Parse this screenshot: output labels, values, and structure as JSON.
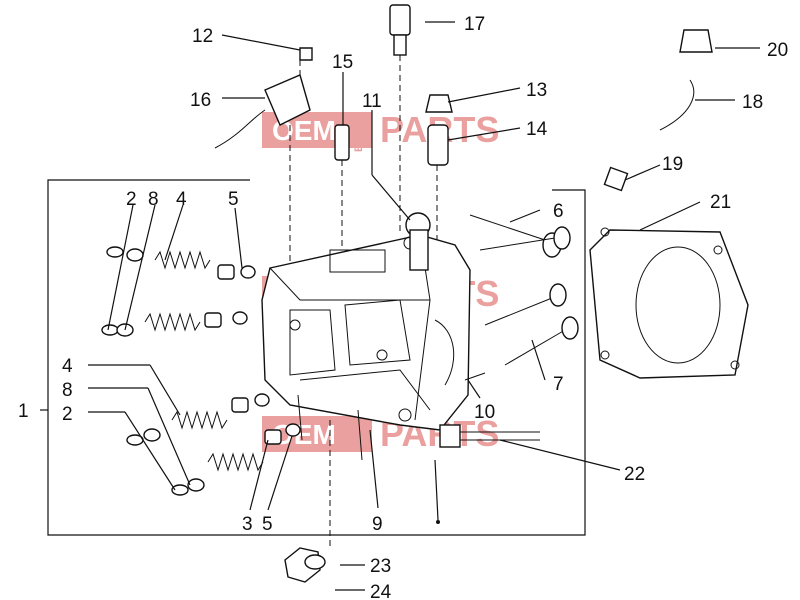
{
  "watermark": {
    "oem": "OEM",
    "bike": "BIKE",
    "parts": "PARTS",
    "color": "#d9534f"
  },
  "callouts": [
    "1",
    "2",
    "2",
    "3",
    "4",
    "4",
    "5",
    "5",
    "6",
    "7",
    "8",
    "8",
    "9",
    "10",
    "11",
    "12",
    "13",
    "14",
    "15",
    "16",
    "17",
    "18",
    "19",
    "20",
    "21",
    "22",
    "23",
    "24"
  ]
}
